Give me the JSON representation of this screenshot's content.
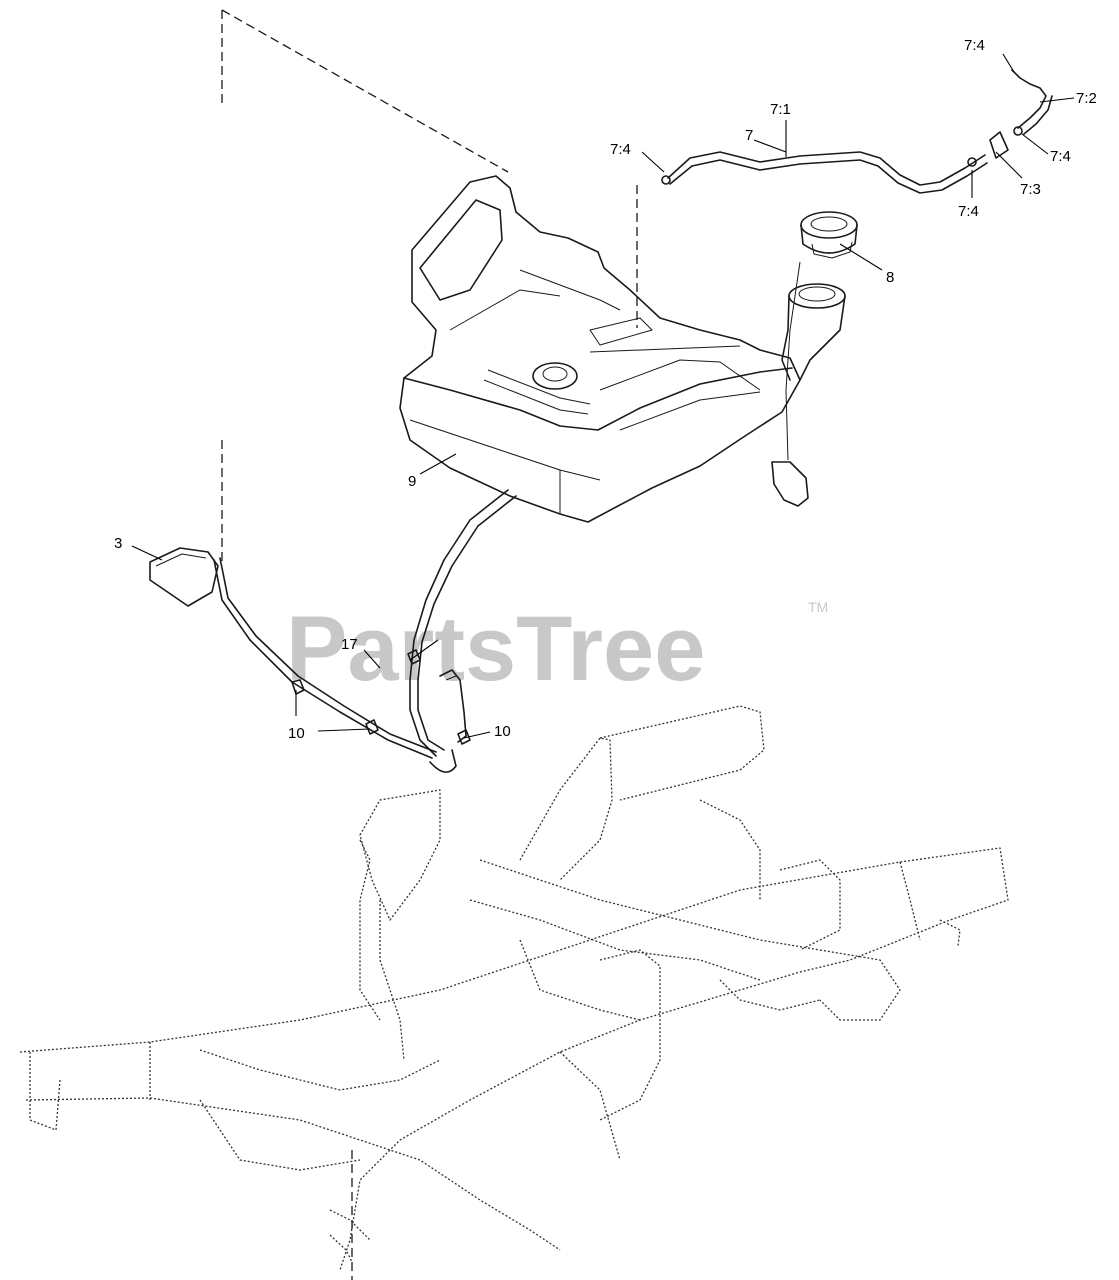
{
  "watermark": {
    "text": "PartsTree",
    "tm": "TM"
  },
  "callouts": {
    "c_7_4_top": "7:4",
    "c_7_2": "7:2",
    "c_7_1": "7:1",
    "c_7": "7",
    "c_7_4_left": "7:4",
    "c_7_4_right": "7:4",
    "c_7_3": "7:3",
    "c_7_4_bottom": "7:4",
    "c_8": "8",
    "c_9": "9",
    "c_3": "3",
    "c_17": "17",
    "c_10_left": "10",
    "c_10_right": "10"
  }
}
